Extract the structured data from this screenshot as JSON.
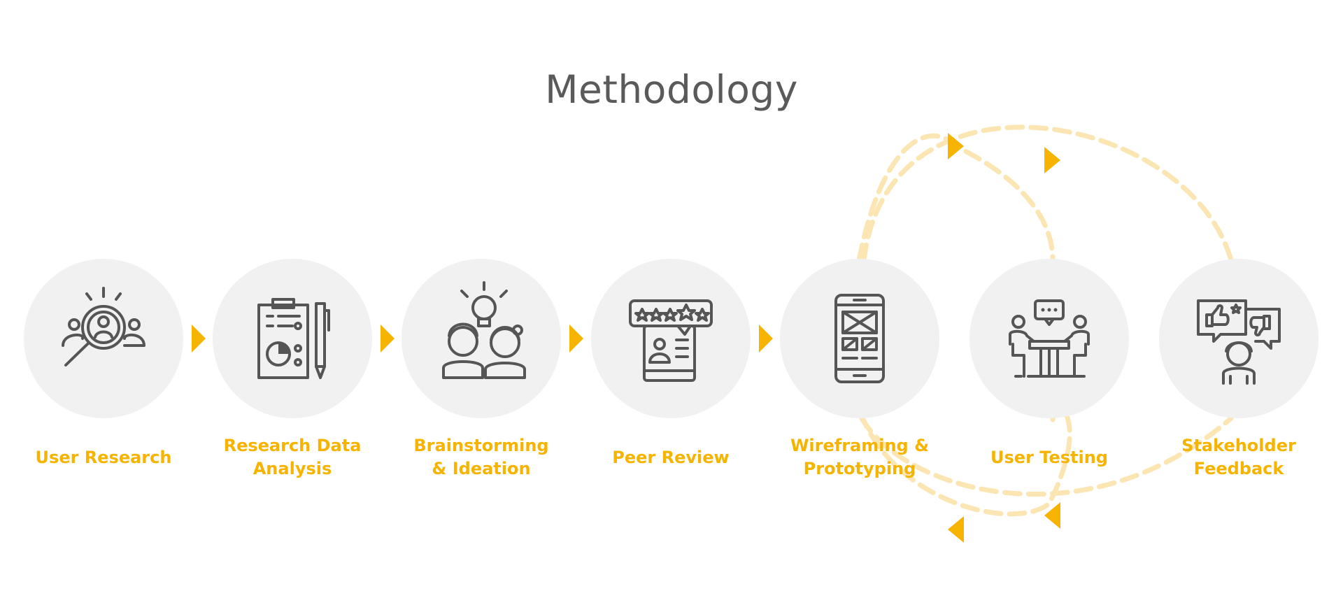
{
  "title": "Methodology",
  "colors": {
    "accent": "#f6b400",
    "loop": "#fbe6b3",
    "circle": "#f1f1f1",
    "icon": "#555555",
    "title": "#5a5a5a"
  },
  "steps": [
    {
      "label": "User Research",
      "icon": "magnifier-users-icon"
    },
    {
      "label": "Research Data\nAnalysis",
      "icon": "clipboard-pen-icon"
    },
    {
      "label": "Brainstorming\n& Ideation",
      "icon": "lightbulb-people-icon"
    },
    {
      "label": "Peer Review",
      "icon": "rating-tablet-icon"
    },
    {
      "label": "Wireframing &\nPrototyping",
      "icon": "wireframe-phone-icon"
    },
    {
      "label": "User Testing",
      "icon": "meeting-table-icon"
    },
    {
      "label": "Stakeholder\nFeedback",
      "icon": "feedback-thumbs-icon"
    }
  ]
}
